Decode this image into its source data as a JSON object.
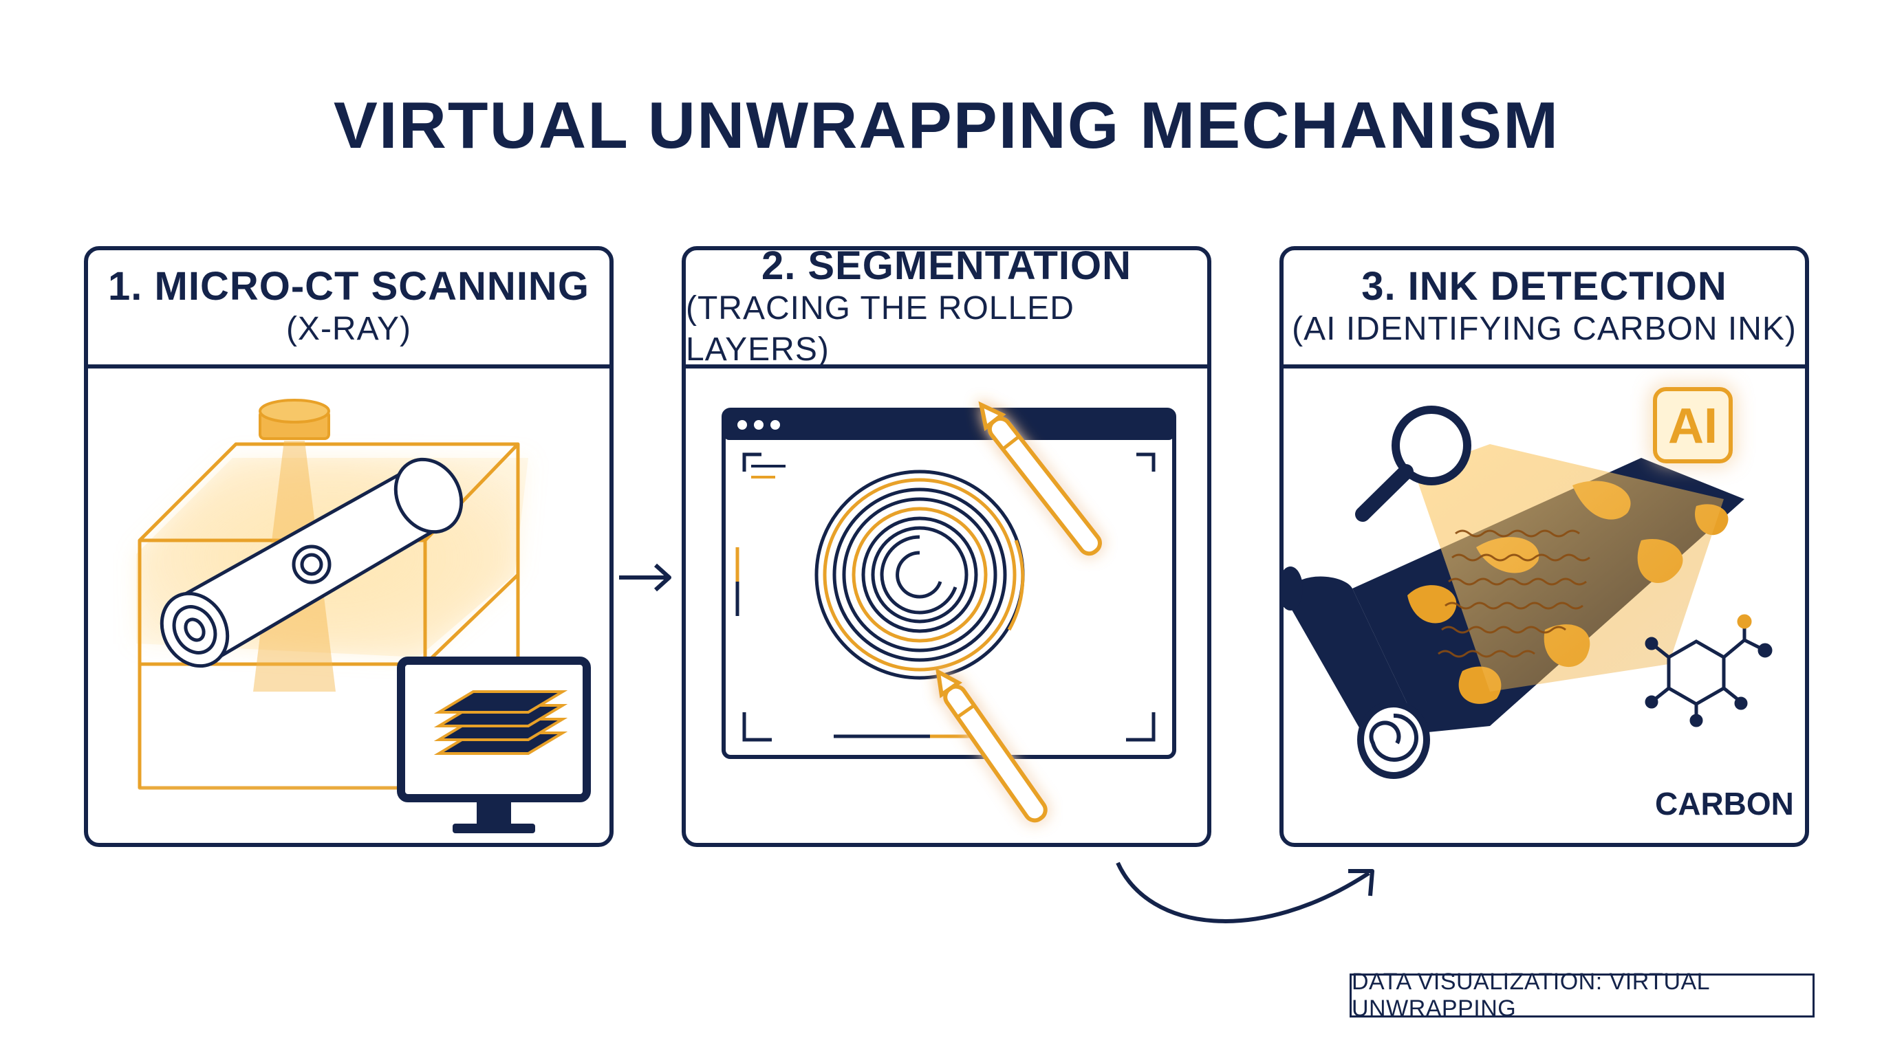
{
  "title": "VIRTUAL UNWRAPPING MECHANISM",
  "steps": [
    {
      "title": "1. MICRO-CT SCANNING",
      "subtitle": "(X-RAY)"
    },
    {
      "title": "2. SEGMENTATION",
      "subtitle": "(TRACING THE ROLLED LAYERS)"
    },
    {
      "title": "3. INK DETECTION",
      "subtitle": "(AI IDENTIFYING CARBON INK)"
    }
  ],
  "labels": {
    "ai": "AI",
    "carbon": "CARBON"
  },
  "caption": "DATA VISUALIZATION: VIRTUAL UNWRAPPING",
  "colors": {
    "navy": "#14234a",
    "orange": "#e8a128",
    "glow": "#ffd27a"
  },
  "icons": [
    "micro-ct-scanner-icon",
    "scroll-icon",
    "monitor-layers-icon",
    "spiral-segmentation-icon",
    "stylus-icon",
    "magnifier-icon",
    "ai-chip-icon",
    "molecule-icon"
  ]
}
